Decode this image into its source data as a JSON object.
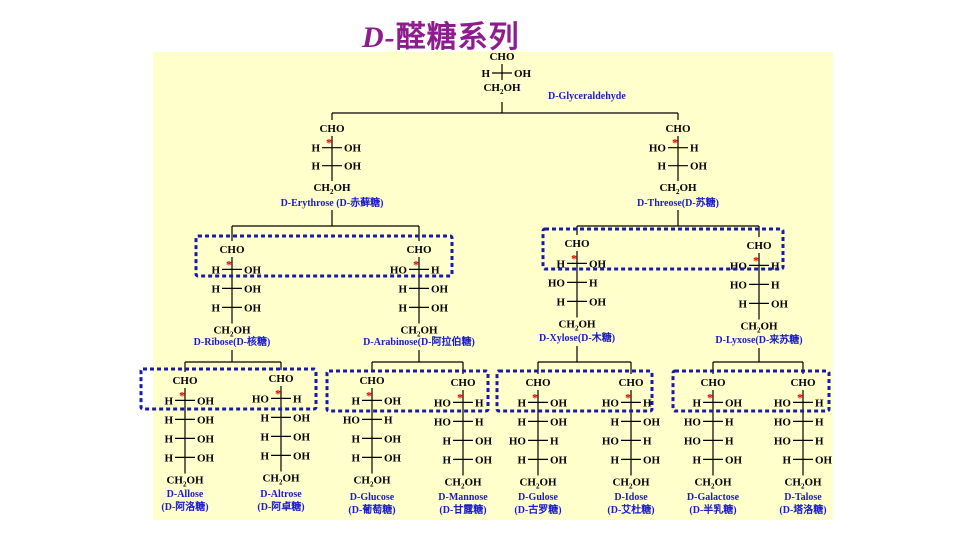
{
  "title": {
    "prefix": "D-",
    "text": "醛糖系列"
  },
  "labels": {
    "cho": "CHO",
    "ch2oh_main": "CH",
    "ch2oh_sub": "2",
    "ch2oh_tail": "OH",
    "h": "H",
    "oh": "OH",
    "ho": "HO",
    "star": "*"
  },
  "sugars": [
    {
      "id": "glyceraldehyde",
      "name": "D-Glyceraldehyde",
      "configs": [
        "R"
      ]
    },
    {
      "id": "erythrose",
      "name": "D-Erythrose (D-赤藓糖)",
      "configs": [
        "R",
        "R"
      ]
    },
    {
      "id": "threose",
      "name": "D-Threose(D-苏糖)",
      "configs": [
        "L",
        "R"
      ]
    },
    {
      "id": "ribose",
      "name": "D-Ribose(D-核糖)",
      "configs": [
        "R",
        "R",
        "R"
      ]
    },
    {
      "id": "arabinose",
      "name": "D-Arabinose(D-阿拉伯糖)",
      "configs": [
        "L",
        "R",
        "R"
      ]
    },
    {
      "id": "xylose",
      "name": "D-Xylose(D-木糖)",
      "configs": [
        "R",
        "L",
        "R"
      ]
    },
    {
      "id": "lyxose",
      "name": "D-Lyxose(D-来苏糖)",
      "configs": [
        "L",
        "L",
        "R"
      ]
    },
    {
      "id": "allose",
      "name": "D-Allose",
      "name2": "(D-阿洛糖)",
      "configs": [
        "R",
        "R",
        "R",
        "R"
      ]
    },
    {
      "id": "altrose",
      "name": "D-Altrose",
      "name2": "(D-阿卓糖)",
      "configs": [
        "L",
        "R",
        "R",
        "R"
      ]
    },
    {
      "id": "glucose",
      "name": "D-Glucose",
      "name2": "(D-葡萄糖)",
      "configs": [
        "R",
        "L",
        "R",
        "R"
      ]
    },
    {
      "id": "mannose",
      "name": "D-Mannose",
      "name2": "(D-甘露糖)",
      "configs": [
        "L",
        "L",
        "R",
        "R"
      ]
    },
    {
      "id": "gulose",
      "name": "D-Gulose",
      "name2": "(D-古罗糖)",
      "configs": [
        "R",
        "R",
        "L",
        "R"
      ]
    },
    {
      "id": "idose",
      "name": "D-Idose",
      "name2": "(D-艾杜糖)",
      "configs": [
        "L",
        "R",
        "L",
        "R"
      ]
    },
    {
      "id": "galactose",
      "name": "D-Galactose",
      "name2": "(D-半乳糖)",
      "configs": [
        "R",
        "L",
        "L",
        "R"
      ]
    },
    {
      "id": "talose",
      "name": "D-Talose",
      "name2": "(D-塔洛糖)",
      "configs": [
        "L",
        "L",
        "L",
        "R"
      ]
    }
  ]
}
